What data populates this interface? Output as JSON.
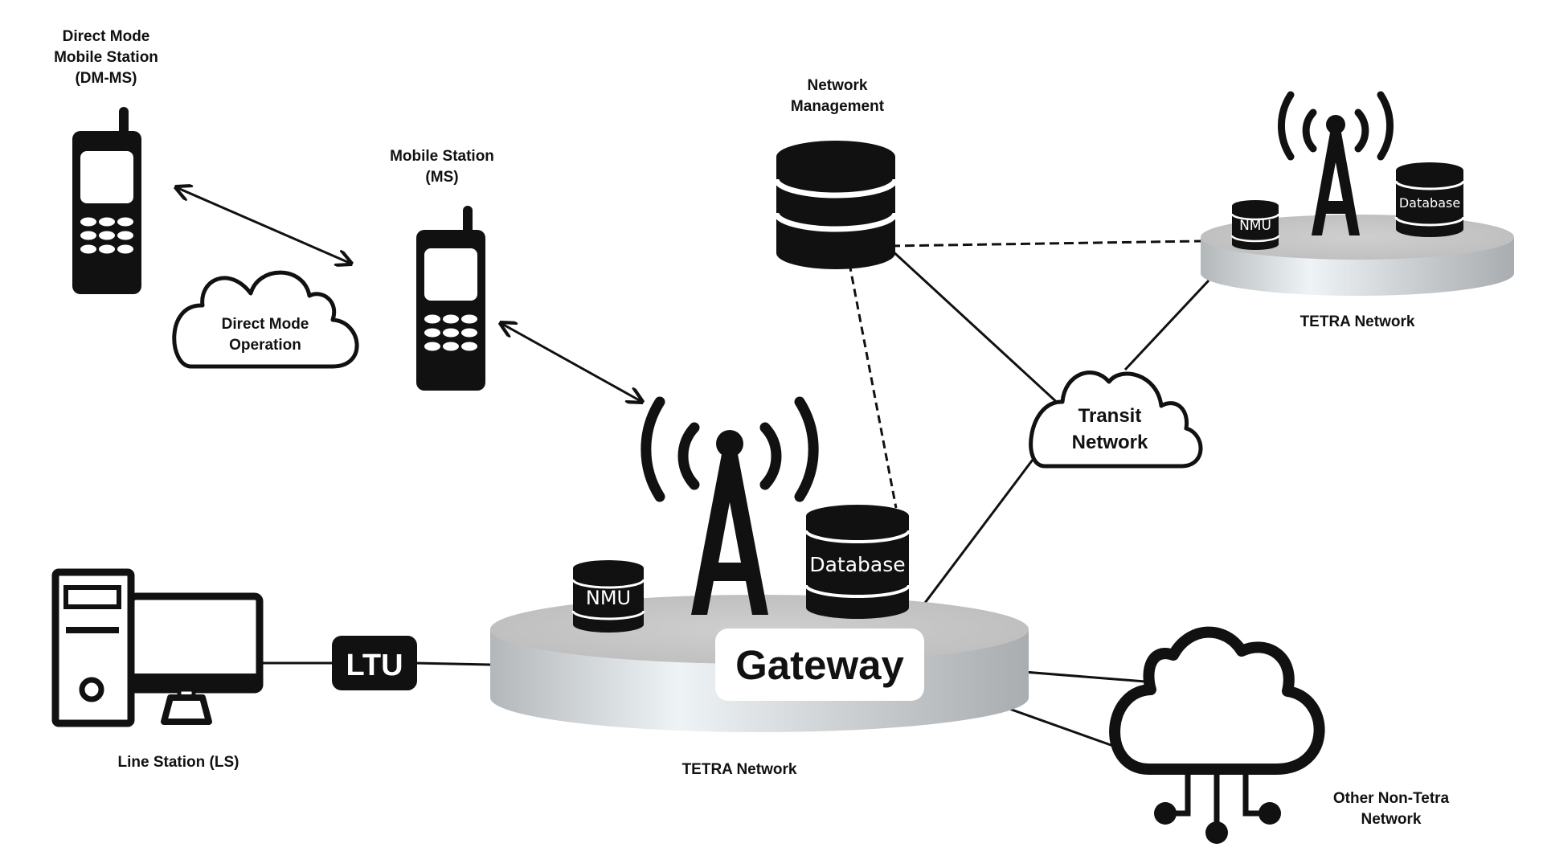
{
  "labels": {
    "dm_ms_line1": "Direct Mode",
    "dm_ms_line2": "Mobile Station",
    "dm_ms_line3": "(DM-MS)",
    "ms_line1": "Mobile Station",
    "ms_line2": "(MS)",
    "direct_mode_line1": "Direct Mode",
    "direct_mode_line2": "Operation",
    "netmgmt_line1": "Network",
    "netmgmt_line2": "Management",
    "tetra_right": "TETRA Network",
    "tetra_main": "TETRA Network",
    "transit_line1": "Transit",
    "transit_line2": "Network",
    "line_station": "Line Station (LS)",
    "ltu": "LTU",
    "gateway": "Gateway",
    "nmu_main": "NMU",
    "database_main": "Database",
    "nmu_right": "NMU",
    "database_right": "Database",
    "other_line1": "Other Non-Tetra",
    "other_line2": "Network"
  },
  "colors": {
    "ink": "#111111",
    "platform_top": "#c9c9c9",
    "platform_side_dark": "#b5b9bc",
    "platform_side_light": "#eef3f5",
    "background": "#ffffff"
  },
  "icons": [
    "mobile-phone-icon",
    "cloud-icon",
    "database-icon",
    "antenna-tower-icon",
    "computer-icon",
    "cloud-network-icon"
  ]
}
